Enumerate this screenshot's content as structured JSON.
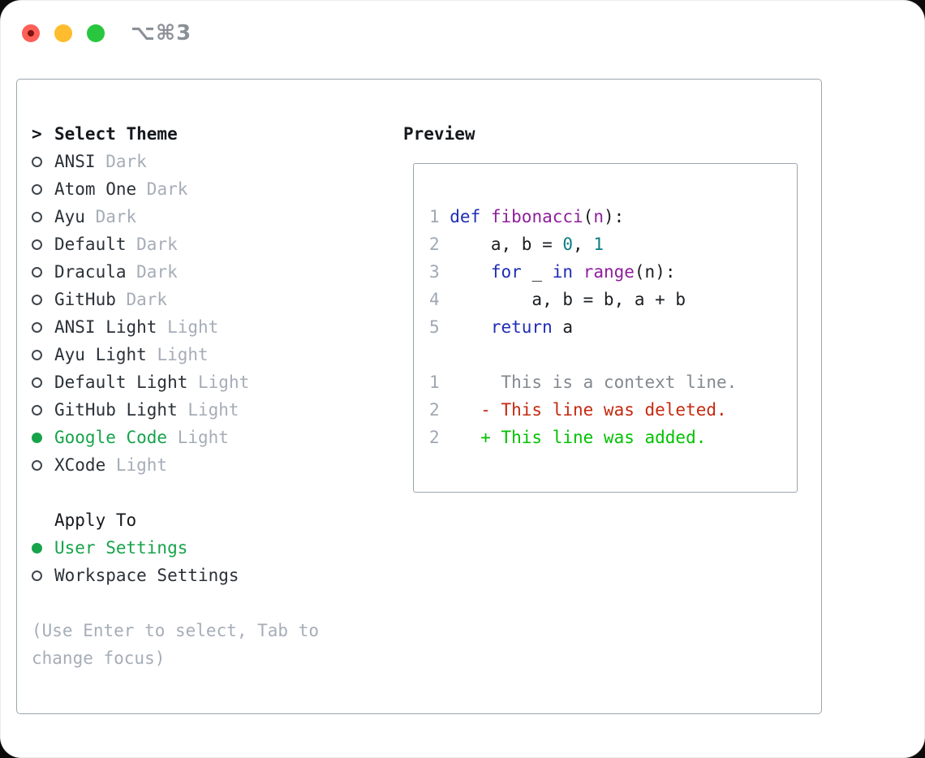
{
  "window": {
    "title": "⌥⌘3",
    "traffic_lights": [
      "close",
      "minimize",
      "zoom"
    ]
  },
  "colors": {
    "accent_green": "#17a34b",
    "diff_added_green": "#02c202",
    "diff_deleted_red": "#c5290f",
    "keyword_blue": "#1f2db4",
    "function_purple": "#8e1f9c",
    "number_teal": "#0b7d80",
    "muted_gray": "#a6adb8",
    "panel_border": "#9da4ae"
  },
  "theme_panel": {
    "header_prefix": ">",
    "header": "Select Theme",
    "themes": [
      {
        "name": "ANSI",
        "variant": "Dark",
        "selected": false
      },
      {
        "name": "Atom One",
        "variant": "Dark",
        "selected": false
      },
      {
        "name": "Ayu",
        "variant": "Dark",
        "selected": false
      },
      {
        "name": "Default",
        "variant": "Dark",
        "selected": false
      },
      {
        "name": "Dracula",
        "variant": "Dark",
        "selected": false
      },
      {
        "name": "GitHub",
        "variant": "Dark",
        "selected": false
      },
      {
        "name": "ANSI Light",
        "variant": "Light",
        "selected": false
      },
      {
        "name": "Ayu Light",
        "variant": "Light",
        "selected": false
      },
      {
        "name": "Default Light",
        "variant": "Light",
        "selected": false
      },
      {
        "name": "GitHub Light",
        "variant": "Light",
        "selected": false
      },
      {
        "name": "Google Code",
        "variant": "Light",
        "selected": true
      },
      {
        "name": "XCode",
        "variant": "Light",
        "selected": false
      }
    ],
    "apply_to": {
      "header": "Apply To",
      "options": [
        {
          "name": "User Settings",
          "selected": true
        },
        {
          "name": "Workspace Settings",
          "selected": false
        }
      ]
    },
    "hint": "(Use Enter to select, Tab to\nchange focus)"
  },
  "preview": {
    "header": "Preview",
    "code_lines": [
      {
        "num": "1",
        "tokens": [
          {
            "text": "def",
            "type": "keyword"
          },
          {
            "text": " ",
            "type": "plain"
          },
          {
            "text": "fibonacci",
            "type": "function"
          },
          {
            "text": "(",
            "type": "plain"
          },
          {
            "text": "n",
            "type": "param"
          },
          {
            "text": "):",
            "type": "plain"
          }
        ]
      },
      {
        "num": "2",
        "tokens": [
          {
            "text": "    a, b = ",
            "type": "plain"
          },
          {
            "text": "0",
            "type": "number"
          },
          {
            "text": ", ",
            "type": "plain"
          },
          {
            "text": "1",
            "type": "number"
          }
        ]
      },
      {
        "num": "3",
        "tokens": [
          {
            "text": "    ",
            "type": "plain"
          },
          {
            "text": "for",
            "type": "keyword"
          },
          {
            "text": " _ ",
            "type": "plain"
          },
          {
            "text": "in",
            "type": "keyword"
          },
          {
            "text": " ",
            "type": "plain"
          },
          {
            "text": "range",
            "type": "function"
          },
          {
            "text": "(n):",
            "type": "plain"
          }
        ]
      },
      {
        "num": "4",
        "tokens": [
          {
            "text": "        a, b = b, a + b",
            "type": "plain"
          }
        ]
      },
      {
        "num": "5",
        "tokens": [
          {
            "text": "    ",
            "type": "plain"
          },
          {
            "text": "return",
            "type": "keyword"
          },
          {
            "text": " a",
            "type": "plain"
          }
        ]
      }
    ],
    "diff_lines": [
      {
        "num": "1",
        "marker": " ",
        "text": "This is a context line.",
        "type": "context"
      },
      {
        "num": "2",
        "marker": "-",
        "text": "This line was deleted.",
        "type": "deleted"
      },
      {
        "num": "2",
        "marker": "+",
        "text": "This line was added.",
        "type": "added"
      }
    ]
  }
}
